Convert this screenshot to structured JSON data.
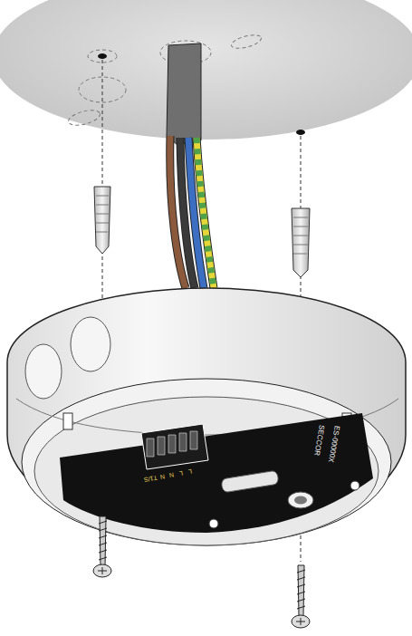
{
  "diagram": {
    "labels": [
      "L",
      "L",
      "N",
      "N",
      "T1/S",
      "SECCOR",
      "ES-00000X"
    ]
  }
}
